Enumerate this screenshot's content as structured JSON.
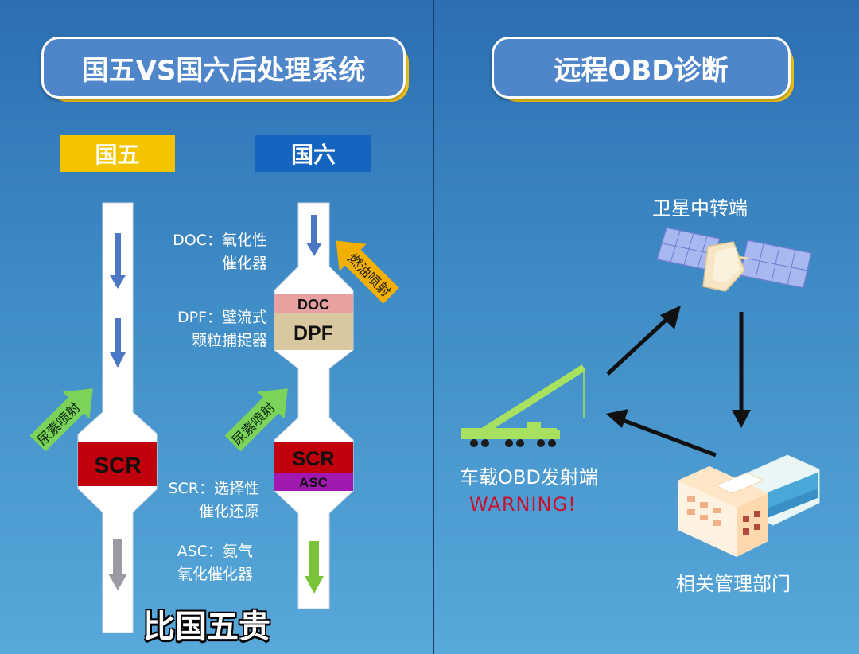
{
  "left_panel": {
    "title": "国五VS国六后处理系统",
    "tag_guowu": "国五",
    "tag_guoliu": "国六",
    "doc_desc": [
      "DOC：氧化性",
      "催化器"
    ],
    "dpf_desc": [
      "DPF：壁流式",
      "颗粒捕捉器"
    ],
    "scr_desc": [
      "SCR：选择性",
      "催化还原"
    ],
    "asc_desc": [
      "ASC：氨气",
      "氧化催化器"
    ],
    "guowu_pipe": {
      "urea_label": "尿素喷射",
      "scr_label": "SCR"
    },
    "guoliu_pipe": {
      "fuel_label": "燃油喷射",
      "doc_label": "DOC",
      "dpf_label": "DPF",
      "urea_label": "尿素喷射",
      "scr_label": "SCR",
      "asc_label": "ASC"
    },
    "caption": "比国五贵"
  },
  "right_panel": {
    "title": "远程OBD诊断",
    "satellite_label": "卫星中转端",
    "vehicle_label": "车载OBD发射端",
    "warning": "WARNING!",
    "dept_label": "相关管理部门"
  },
  "colors": {
    "yellow": "#f4c400",
    "blue_tag": "#1565c0",
    "scr_red": "#c1000d",
    "asc_purple": "#a018b0",
    "doc_pink": "#e8a0a0",
    "dpf_tan": "#d8c8a0",
    "warning_red": "#c8102e"
  }
}
